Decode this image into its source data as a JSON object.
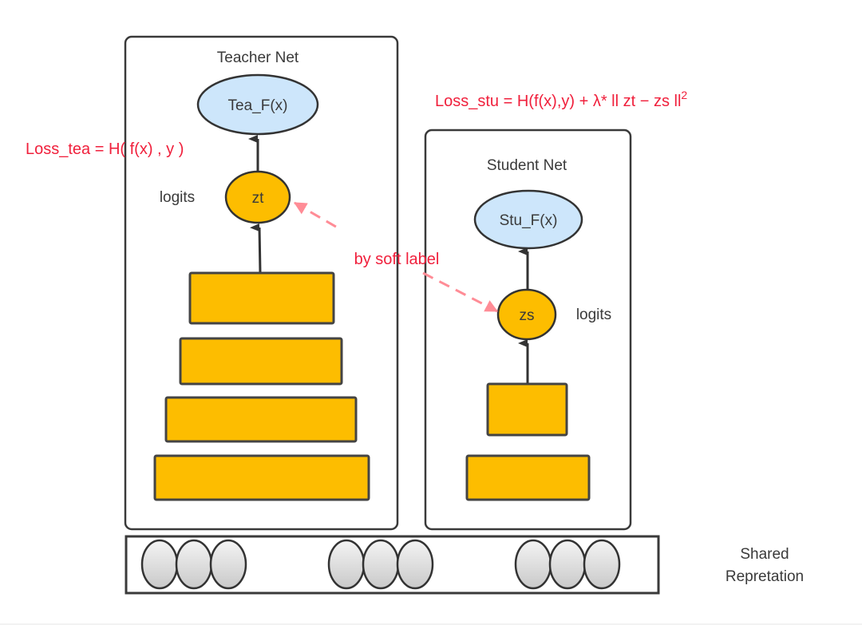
{
  "teacher": {
    "title": "Teacher Net",
    "output_node": "Tea_F(x)",
    "logit_node": "zt",
    "logit_label": "logits",
    "loss": "Loss_tea = H( f(x) , y )",
    "layer_count": 4
  },
  "student": {
    "title": "Student Net",
    "output_node": "Stu_F(x)",
    "logit_node": "zs",
    "logit_label": "logits",
    "loss": "Loss_stu = H(f(x),y) + λ* ll zt − zs ll",
    "loss_superscript": "2",
    "layer_count": 2
  },
  "transfer": {
    "label": "by soft label"
  },
  "shared": {
    "line1": "Shared",
    "line2": "Repretation",
    "groups": 3,
    "units_per_group": 3
  },
  "colors": {
    "layer_fill": "#fdbd00",
    "output_fill": "#cde6fb",
    "loss_text": "#f0203c",
    "soft_label_arrow": "#ff8c96"
  }
}
